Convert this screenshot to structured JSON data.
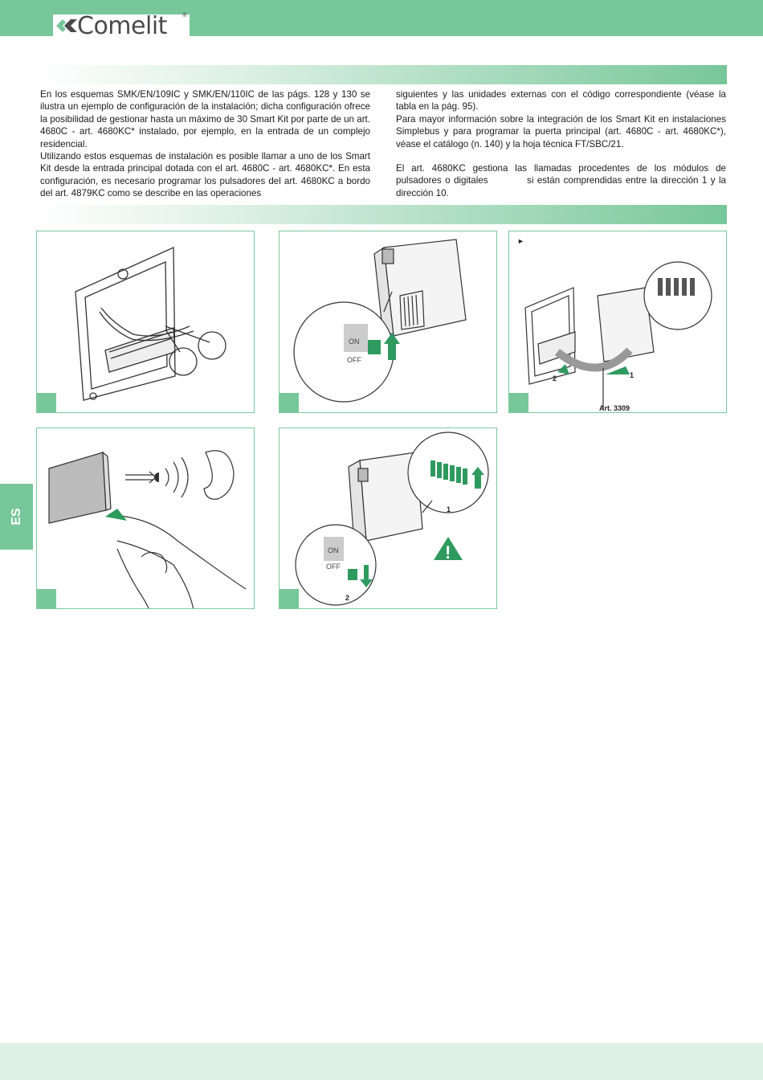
{
  "header": {
    "brand": "Comelit",
    "brand_mark": "®"
  },
  "text": {
    "left": [
      "En los esquemas SMK/EN/109IC y SMK/EN/110IC de las págs. 128 y 130 se ilustra un ejemplo de configuración de la instalación; dicha configuración ofrece la posibilidad de gestionar hasta un máximo de 30 Smart Kit por parte de un art. 4680C - art. 4680KC* instalado, por ejemplo, en la entrada de un complejo residencial.",
      "Utilizando estos esquemas de instalación es posible llamar a uno de los Smart Kit desde la entrada principal dotada con el art. 4680C - art. 4680KC*. En esta configuración, es necesario programar los pulsadores del art. 4680KC a bordo del art. 4879KC como se describe en las operaciones"
    ],
    "right": [
      "siguientes y las unidades externas con el código correspondiente (véase la tabla en la pág. 95).",
      "Para mayor información sobre la integración de los Smart Kit en instalaciones Simplebus y para programar la puerta principal (art. 4680C - art. 4680KC*), véase el catálogo (n. 140) y la hoja técnica FT/SBC/21.",
      "El art. 4680KC gestiona las llamadas procedentes de los módulos de pulsadores o digitales           si están comprendidas entre la dirección 1 y la dirección 10."
    ]
  },
  "figures": {
    "switch_on": "ON",
    "switch_off": "OFF",
    "dip_off_label": "ON",
    "step_1": "1",
    "step_2": "2",
    "arrow_marker": "►",
    "cable_label": "Art. 3309",
    "warning_symbol": "!"
  },
  "sidebar": {
    "language_tab": "ES"
  },
  "colors": {
    "brand_green": "#77c79a",
    "light_green": "#dcf0e3",
    "accent_green": "#2f9a5f"
  }
}
